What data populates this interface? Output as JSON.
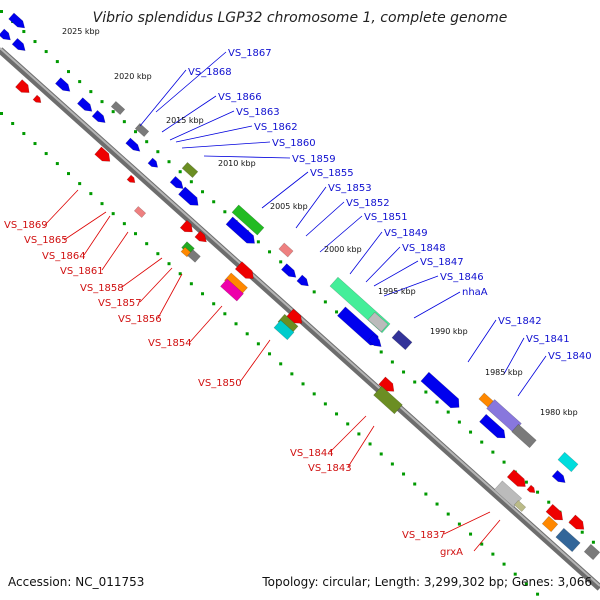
{
  "title": "Vibrio splendidus LGP32 chromosome 1, complete genome",
  "footer": {
    "accession": "Accession: NC_011753",
    "summary": "Topology: circular; Length: 3,299,302 bp; Genes: 3,066"
  },
  "colors": {
    "backbone": "#808080",
    "plus_strand_gene": "#0000ee",
    "minus_strand_gene": "#ee0000",
    "tick_dots": "#009900",
    "plus_label": "#1010d0",
    "minus_label": "#d01010"
  },
  "ticks": [
    "2025 kbp",
    "2020 kbp",
    "2015 kbp",
    "2010 kbp",
    "2005 kbp",
    "2000 kbp",
    "1995 kbp",
    "1990 kbp",
    "1985 kbp",
    "1980 kbp"
  ],
  "plus_labels": [
    "VS_1867",
    "VS_1868",
    "VS_1866",
    "VS_1863",
    "VS_1862",
    "VS_1860",
    "VS_1859",
    "VS_1855",
    "VS_1853",
    "VS_1852",
    "VS_1851",
    "VS_1849",
    "VS_1848",
    "VS_1847",
    "VS_1846",
    "nhaA",
    "VS_1842",
    "VS_1841",
    "VS_1840"
  ],
  "minus_labels": [
    "VS_1869",
    "VS_1865",
    "VS_1864",
    "VS_1861",
    "VS_1858",
    "VS_1857",
    "VS_1856",
    "VS_1854",
    "VS_1850",
    "VS_1844",
    "VS_1843",
    "VS_1837",
    "grxA"
  ]
}
